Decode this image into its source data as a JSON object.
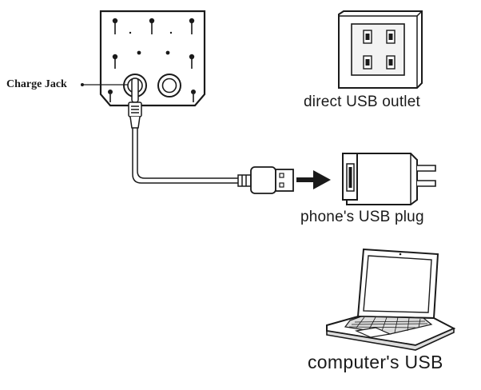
{
  "labels": {
    "charge_jack": "Charge Jack",
    "direct_outlet": "direct USB outlet",
    "phone_plug": "phone's USB plug",
    "computer": "computer's USB"
  },
  "colors": {
    "line": "#1a1a1a",
    "fill_light": "#eeeeee",
    "fill_mid": "#cfcfcf",
    "background": "#ffffff"
  },
  "icons": {
    "device_panel": "device-back-panel-icon",
    "outlet": "usb-wall-outlet-icon",
    "charger": "usb-wall-charger-icon",
    "laptop": "laptop-icon",
    "arrow": "right-arrow-icon"
  }
}
